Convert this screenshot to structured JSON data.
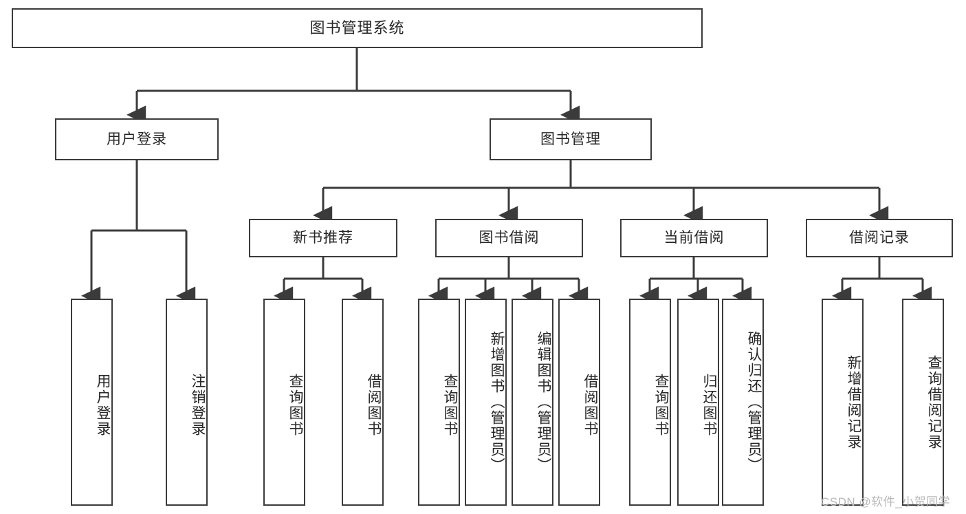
{
  "diagram": {
    "title": "图书管理系统",
    "type": "tree-hierarchy",
    "watermark": "CSDN @软件_小贺同学",
    "colors": {
      "background": "#ffffff",
      "box_border": "#3b3b3b",
      "text": "#262626",
      "edge": "#3b3b3b",
      "watermark": "#b8b8b8"
    },
    "root": {
      "label": "图书管理系统"
    },
    "level1": [
      {
        "label": "用户登录"
      },
      {
        "label": "图书管理"
      }
    ],
    "level2": [
      {
        "label": "新书推荐"
      },
      {
        "label": "图书借阅"
      },
      {
        "label": "当前借阅"
      },
      {
        "label": "借阅记录"
      }
    ],
    "leaves": {
      "user_login": [
        {
          "label": "用户登录"
        },
        {
          "label": "注销登录"
        }
      ],
      "new_book_recommend": [
        {
          "label": "查询图书"
        },
        {
          "label": "借阅图书"
        }
      ],
      "book_borrow": [
        {
          "label": "查询图书"
        },
        {
          "label": "新增图书（管理员）"
        },
        {
          "label": "编辑图书（管理员）"
        },
        {
          "label": "借阅图书"
        }
      ],
      "current_borrow": [
        {
          "label": "查询图书"
        },
        {
          "label": "归还图书"
        },
        {
          "label": "确认归还（管理员）"
        }
      ],
      "borrow_record": [
        {
          "label": "新增借阅记录"
        },
        {
          "label": "查询借阅记录"
        }
      ]
    }
  }
}
